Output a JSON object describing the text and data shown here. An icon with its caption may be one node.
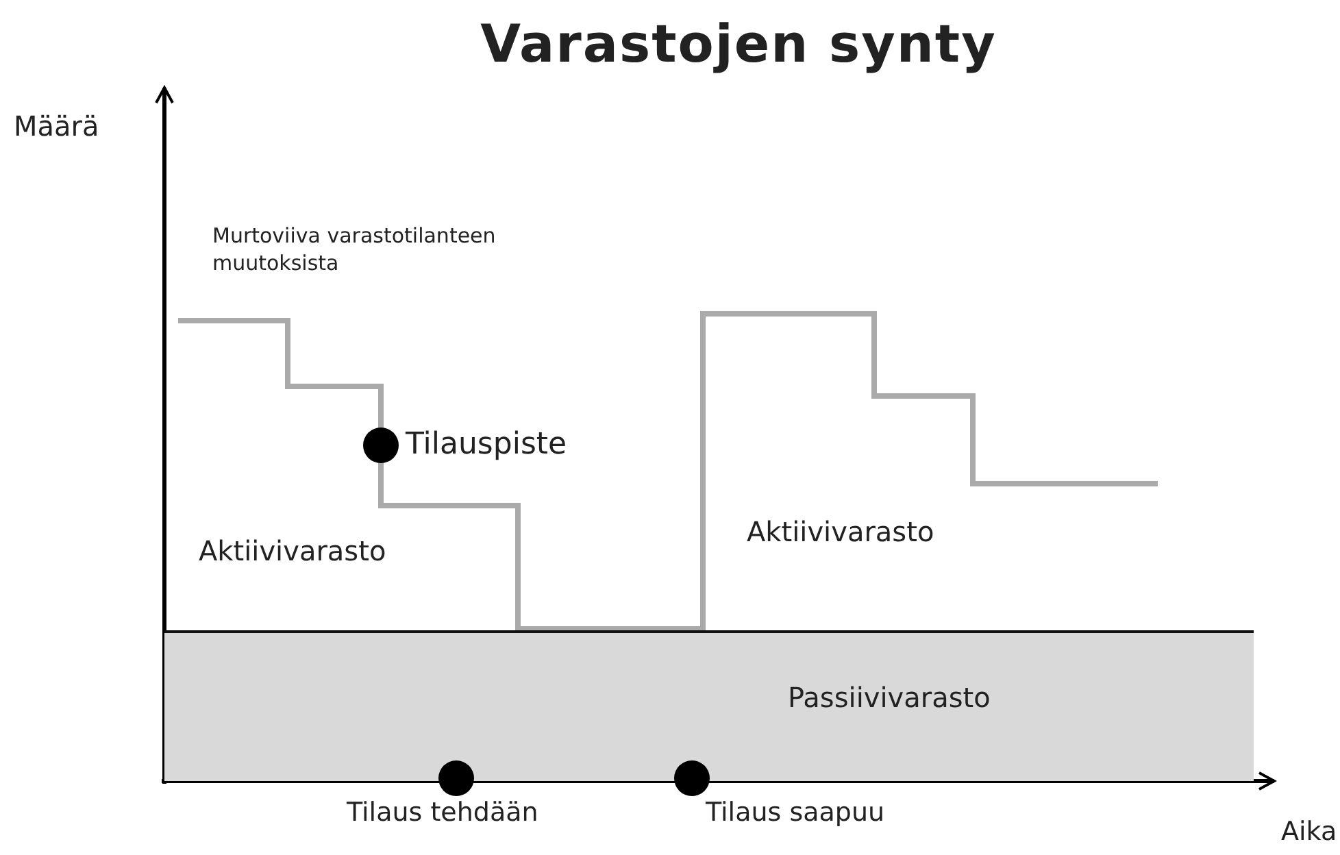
{
  "diagram": {
    "title": "Varastojen synty",
    "nodes": [
      {
        "text": [
          "Passiivivarasto"
        ]
      },
      {
        "text": [],
        "shape": "circle",
        "beside": [
          "Tilauspiste"
        ]
      },
      {
        "text": [],
        "shape": "circle",
        "beside": [
          "Tilaus tehdään"
        ]
      },
      {
        "text": [],
        "shape": "circle",
        "beside": [
          "Tilaus saapuu"
        ]
      }
    ],
    "labels": [
      "Määrä",
      "Murtoviiva varastotilanteen muutoksista",
      "Aktiivivarasto",
      "Aktiivivarasto",
      "Aika"
    ]
  }
}
